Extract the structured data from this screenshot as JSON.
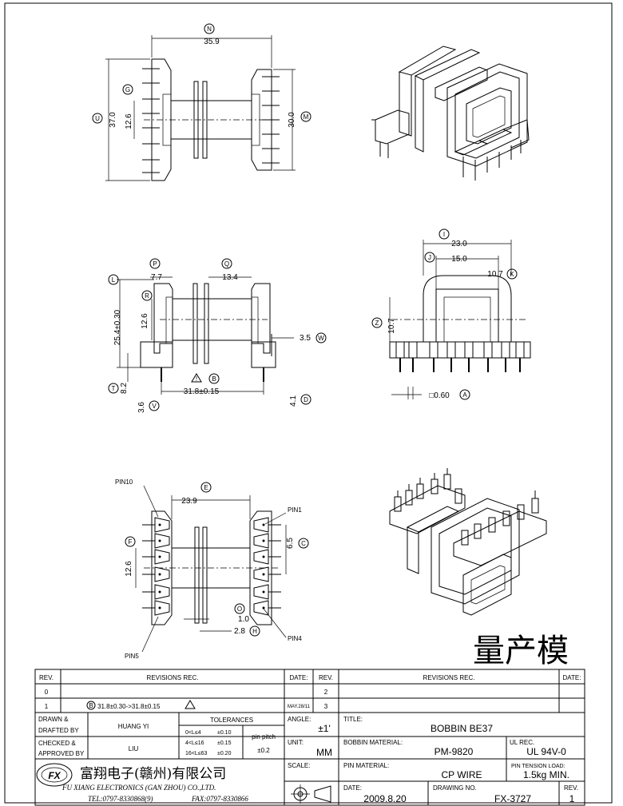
{
  "drawing": {
    "top_view": {
      "dims": {
        "overall_width": "35.9",
        "height_outer": "37.0",
        "height_inner": "12.6",
        "height_right": "30.0"
      },
      "callouts": {
        "overall_width": "N",
        "height_outer": "U",
        "height_inner": "G",
        "height_right": "M"
      }
    },
    "side_view": {
      "dims": {
        "flange_gap": "7.7",
        "winding_width": "13.4",
        "height": "25.4±0.30",
        "core": "12.6",
        "pin_offset": "3.5",
        "base_height": "8.2",
        "pin_span": "31.8±0.15",
        "pin_len_left": "3.6",
        "pin_len_right": "4.1"
      },
      "callouts": {
        "flange_gap": "P",
        "winding_width": "Q",
        "height": "L",
        "core": "R",
        "pin_offset": "W",
        "base_height": "T",
        "pin_span": "B",
        "pin_len_left": "V",
        "pin_len_right": "D"
      }
    },
    "end_view": {
      "dims": {
        "outer_width": "23.0",
        "window_width": "15.0",
        "window_height": "10.7",
        "core_height": "10.7",
        "pin_size": "□0.60"
      },
      "callouts": {
        "outer_width": "I",
        "window_width": "J",
        "window_height": "K",
        "core_height": "Z",
        "pin_size": "A"
      }
    },
    "bottom_view": {
      "dims": {
        "width": "23.9",
        "core": "12.6",
        "pitch": "6.5",
        "slot": "1.0",
        "offset": "2.8"
      },
      "callouts": {
        "width": "E",
        "core": "F",
        "pitch": "C",
        "slot": "O",
        "offset": "H"
      },
      "pin_labels": {
        "pin10": "PIN10",
        "pin1": "PIN1",
        "pin4": "PIN4",
        "pin5": "PIN5"
      }
    },
    "mass_production": "量产模"
  },
  "title_block": {
    "headers": {
      "rev": "REV.",
      "revisions": "REVISIONS   REC.",
      "date": "DATE:"
    },
    "rev_rows": [
      {
        "rev": "0",
        "desc": "",
        "date": ""
      },
      {
        "rev": "1",
        "desc": "31.8±0.30->31.8±0.15",
        "date": "MAY.28/11"
      }
    ],
    "rev_callout": "B",
    "rev_right": [
      "2",
      "3"
    ],
    "drawn_by_label": [
      "DRAWN &",
      "DRAFTED BY"
    ],
    "drawn_by": "HUANG YI",
    "checked_by_label": [
      "CHECKED &",
      "APPROVED BY"
    ],
    "checked_by": "LIU",
    "tolerances": {
      "title": "TOLERANCES",
      "rows": [
        {
          "range": "0<L≤4",
          "value": "±0.10"
        },
        {
          "range": "4<L≤16",
          "value": "±0.15"
        },
        {
          "range": "16<L≤63",
          "value": "±0.20"
        }
      ],
      "pin_pitch_label": "pin pitch",
      "pin_pitch": "±0.2"
    },
    "angle_label": "ANGLE:",
    "angle": "±1'",
    "unit_label": "UNIT:",
    "unit": "MM",
    "scale_label": "SCALE:",
    "title_label": "TITLE:",
    "title": "BOBBIN BE37",
    "bobbin_material_label": "BOBBIN MATERIAL:",
    "bobbin_material": "PM-9820",
    "ul_rec_label": "UL REC.",
    "ul_rec": "UL 94V-0",
    "pin_material_label": "PIN MATERIAL:",
    "pin_material": "CP WIRE",
    "pin_tension_label": "PIN TENSION LOAD:",
    "pin_tension": "1.5kg MIN.",
    "date_label": "DATE:",
    "date": "2009.8.20",
    "drawing_no_label": "DRAWING NO.",
    "drawing_no": "FX-3727",
    "rev_label": "REV.",
    "rev": "1",
    "company_cn": "富翔电子(赣州)有限公司",
    "company_en": "FU XIANG ELECTRONICS (GAN ZHOU) CO.,LTD.",
    "tel": "TEL:0797-8330868(9)",
    "fax": "FAX:0797-8330866",
    "logo": "FX"
  }
}
